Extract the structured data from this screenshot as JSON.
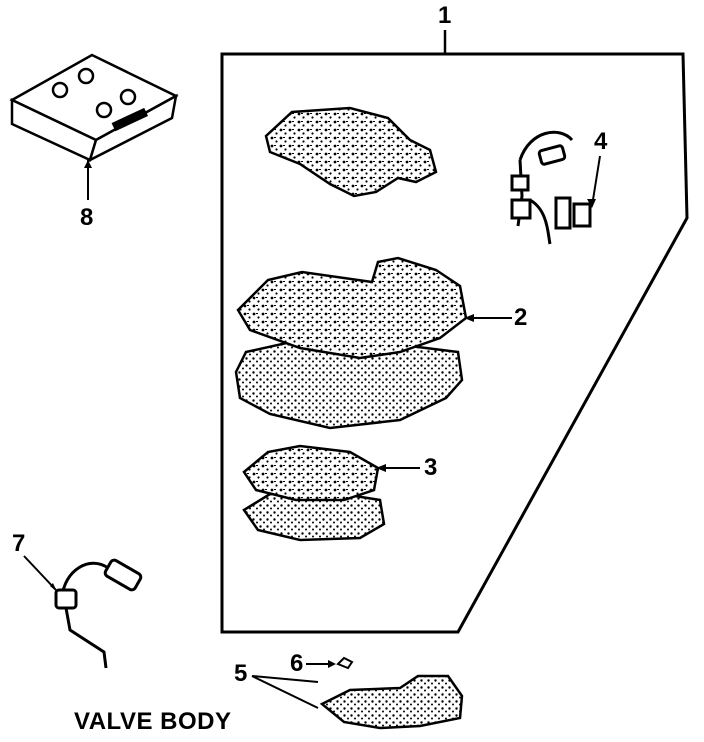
{
  "caption": "VALVE BODY",
  "callouts": {
    "c1": "1",
    "c2": "2",
    "c3": "3",
    "c4": "4",
    "c5": "5",
    "c6": "6",
    "c7": "7",
    "c8": "8"
  },
  "colors": {
    "ink": "#000000",
    "paper": "#ffffff"
  }
}
